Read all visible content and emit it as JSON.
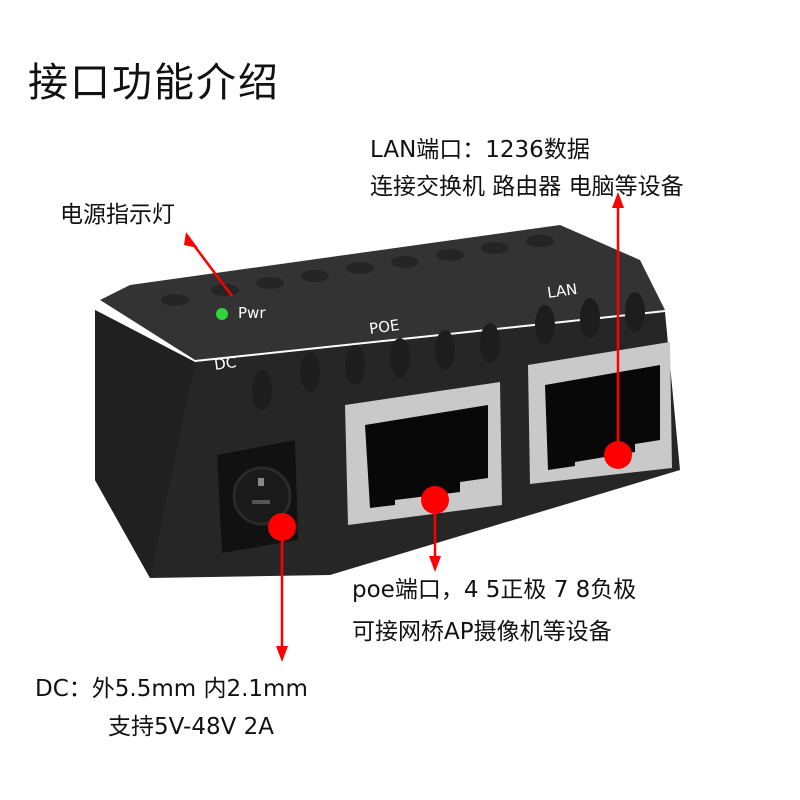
{
  "title": "接口功能介绍",
  "annotations": {
    "power_led": {
      "label": "电源指示灯"
    },
    "lan": {
      "line1": "LAN端口：1236数据",
      "line2": "连接交换机 路由器 电脑等设备"
    },
    "poe": {
      "line1": "poe端口，4 5正极 7 8负极",
      "line2": "可接网桥AP摄像机等设备"
    },
    "dc": {
      "line1": "DC：外5.5mm 内2.1mm",
      "line2": "支持5V-48V 2A"
    }
  },
  "device": {
    "labels": {
      "dc": "DC",
      "poe": "POE",
      "lan": "LAN",
      "led_tag": "Pwr"
    },
    "colors": {
      "body": "#2b2b2b",
      "body_dark": "#1c1c1c",
      "port_frame": "#c9c9c9",
      "led": "#2fd33a",
      "accent": "#ff0000"
    }
  }
}
